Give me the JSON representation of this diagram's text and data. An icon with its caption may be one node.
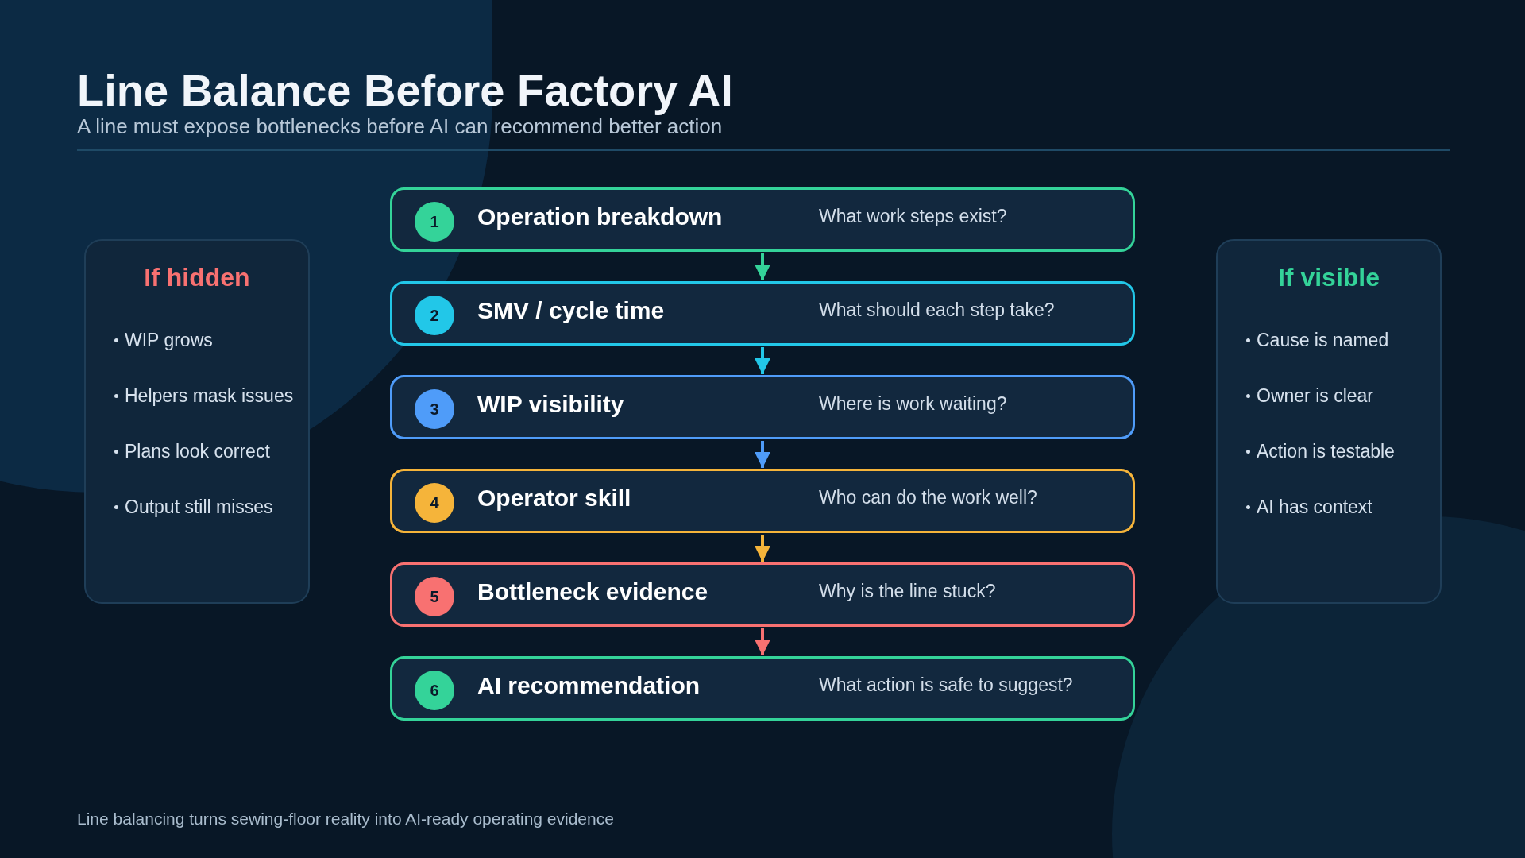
{
  "diagram": {
    "title": "Line Balance Before Factory AI",
    "caption": "Line balancing turns sewing-floor reality into AI-ready operating evidence",
    "nodes": [
      {
        "text": [
          "If hidden",
          "WIP grows",
          "Helpers mask issues",
          "Plans look correct",
          "Output still misses"
        ]
      },
      {
        "text": [
          "Operation breakdown",
          "What work steps exist?"
        ]
      },
      {
        "text": [
          "1"
        ],
        "in": 1
      },
      {
        "text": [
          "SMV / cycle time",
          "What should each step take?"
        ]
      },
      {
        "text": [
          "2"
        ],
        "in": 3
      },
      {
        "text": [
          "WIP visibility",
          "Where is work waiting?"
        ]
      },
      {
        "text": [
          "3"
        ],
        "in": 5
      },
      {
        "text": [
          "Operator skill",
          "Who can do the work well?"
        ]
      },
      {
        "text": [
          "4"
        ],
        "in": 7
      },
      {
        "text": [
          "Bottleneck evidence",
          "Why is the line stuck?"
        ]
      },
      {
        "text": [
          "5"
        ],
        "in": 9
      },
      {
        "text": [
          "AI recommendation",
          "What action is safe to suggest?"
        ]
      },
      {
        "text": [
          "6"
        ],
        "in": 11
      },
      {
        "text": [
          "If visible",
          "Cause is named",
          "Owner is clear",
          "Action is testable",
          "AI has context"
        ]
      }
    ],
    "edges": [
      {
        "from": 1,
        "to": 3,
        "arrow": "to",
        "color": "#34d399"
      },
      {
        "from": 3,
        "to": 5,
        "arrow": "to",
        "color": "#22c7e8"
      },
      {
        "from": 5,
        "to": 7,
        "arrow": "to",
        "color": "#4f9cf9"
      },
      {
        "from": 7,
        "to": 9,
        "arrow": "to",
        "color": "#f5b43a"
      },
      {
        "from": 9,
        "to": 11,
        "arrow": "to",
        "color": "#f87171"
      }
    ],
    "labels": [
      "A line must expose bottlenecks before AI can recommend better action"
    ]
  }
}
